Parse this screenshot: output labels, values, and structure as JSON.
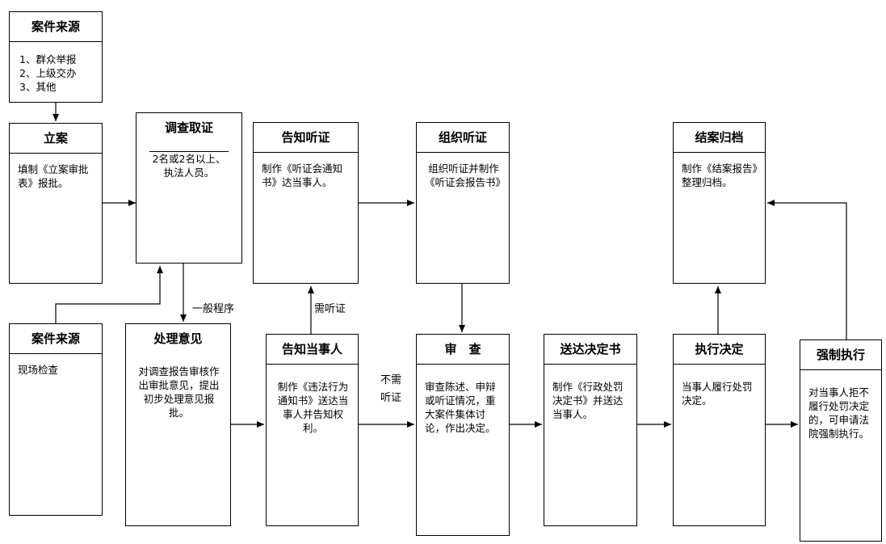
{
  "boxes": {
    "source_top": {
      "title": "案件来源",
      "lines": [
        "1、群众举报",
        "2、上级交办",
        "3、其他"
      ]
    },
    "file_case": {
      "title": "立案",
      "text": "填制《立案审批表》报批。"
    },
    "investigate": {
      "title": "调查取证",
      "text": "2名或2名以上、执法人员。"
    },
    "notify_hear": {
      "title": "告知听证",
      "text": "制作《听证会通知书》达当事人。"
    },
    "organize_hear": {
      "title": "组织听证",
      "text": "组织听证并制作《听证会报告书》"
    },
    "close_case": {
      "title": "结案归档",
      "text": "制作《结案报告》整理归档。"
    },
    "source_site": {
      "title": "案件来源",
      "text": "现场检查"
    },
    "opinion": {
      "title": "处理意见",
      "text": "对调查报告审核作出审批意见，提出初步处理意见报批。"
    },
    "notify_party": {
      "title": "告知当事人",
      "text": "制作《违法行为通知书》送达当事人并告知权利。"
    },
    "review": {
      "title": "审　查",
      "text": "审查陈述、申辩或听证情况，重大案件集体讨论，作出决定。"
    },
    "deliver": {
      "title": "送达决定书",
      "text": "制作《行政处罚决定书》并送达当事人。"
    },
    "execute": {
      "title": "执行决定",
      "text": "当事人履行处罚决定。"
    },
    "enforce": {
      "title": "强制执行",
      "text": "对当事人拒不履行处罚决定的，可申请法院强制执行。"
    }
  },
  "edge_labels": {
    "general": "一般程序",
    "need_hearing": "需听证",
    "no_hearing_1": "不需",
    "no_hearing_2": "听证"
  }
}
